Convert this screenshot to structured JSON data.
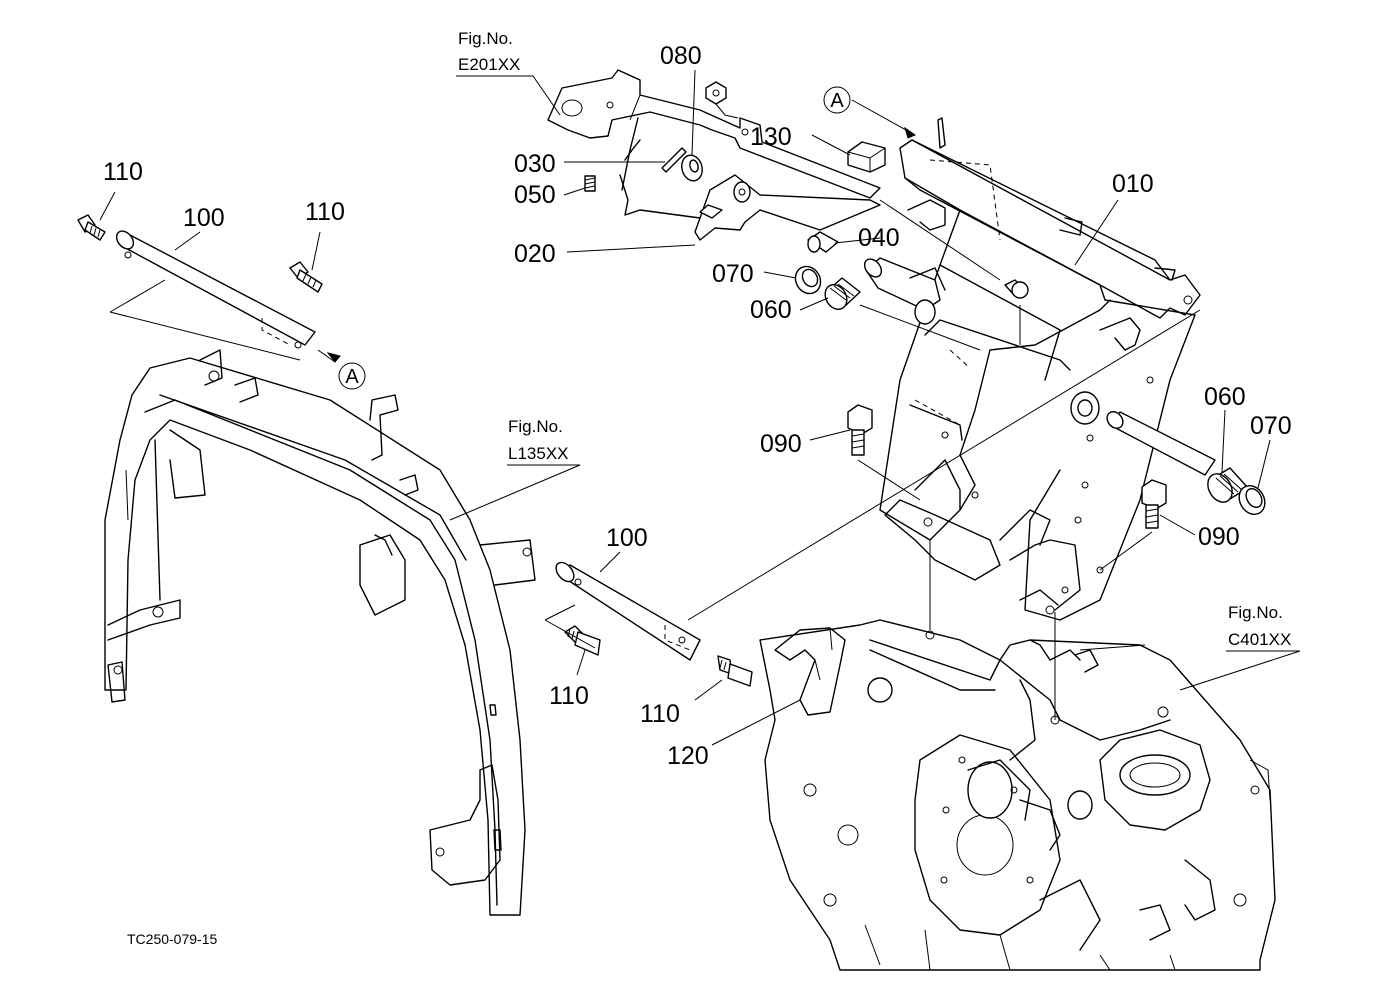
{
  "figure_refs": {
    "top": "Fig.No.\nE201XX",
    "top_line1": "Fig.No.",
    "top_line2": "E201XX",
    "middle_line1": "Fig.No.",
    "middle_line2": "L135XX",
    "right_line1": "Fig.No.",
    "right_line2": "C401XX"
  },
  "callouts": {
    "a_upper": "A",
    "a_lower": "A"
  },
  "parts": {
    "p010": "010",
    "p020": "020",
    "p030": "030",
    "p040": "040",
    "p050": "050",
    "p060_left": "060",
    "p060_right": "060",
    "p070_left": "070",
    "p070_right": "070",
    "p080": "080",
    "p090_left": "090",
    "p090_right": "090",
    "p100_top": "100",
    "p100_bottom": "100",
    "p110_top_left": "110",
    "p110_top_right": "110",
    "p110_bottom_left": "110",
    "p110_bottom_right": "110",
    "p120": "120",
    "p130": "130"
  },
  "drawing_code": "TC250-079-15"
}
